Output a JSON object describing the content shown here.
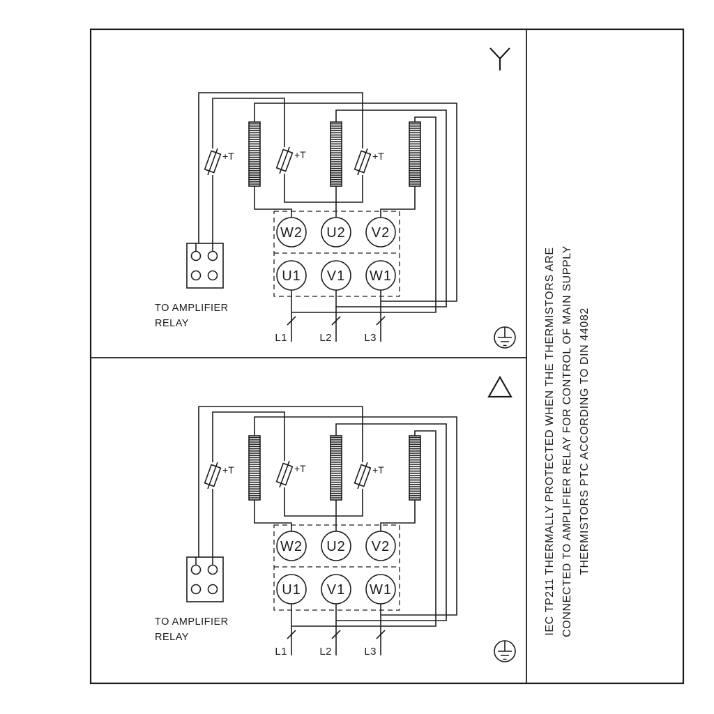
{
  "colors": {
    "line": "#1c1c1c",
    "background": "#ffffff"
  },
  "panels": [
    {
      "name": "star-connection",
      "symbol": "star",
      "terminals_top": [
        "W2",
        "U2",
        "V2"
      ],
      "terminals_bottom": [
        "U1",
        "V1",
        "W1"
      ],
      "thermistor_labels": [
        "+T",
        "+T",
        "+T"
      ],
      "relay_caption_line1": "TO AMPLIFIER",
      "relay_caption_line2": "RELAY",
      "supply_labels": [
        "L1",
        "L2",
        "L3"
      ]
    },
    {
      "name": "delta-connection",
      "symbol": "delta",
      "terminals_top": [
        "W2",
        "U2",
        "V2"
      ],
      "terminals_bottom": [
        "U1",
        "V1",
        "W1"
      ],
      "thermistor_labels": [
        "+T",
        "+T",
        "+T"
      ],
      "relay_caption_line1": "TO AMPLIFIER",
      "relay_caption_line2": "RELAY",
      "supply_labels": [
        "L1",
        "L2",
        "L3"
      ]
    }
  ],
  "side_note": {
    "lines": [
      "IEC TP211 THERMALLY PROTECTED WHEN THE THERMISTORS ARE",
      "CONNECTED TO AMPLIFIER RELAY FOR CONTROL OF MAIN SUPPLY",
      "THERMISTORS PTC ACCORDING TO DIN 44082"
    ]
  }
}
